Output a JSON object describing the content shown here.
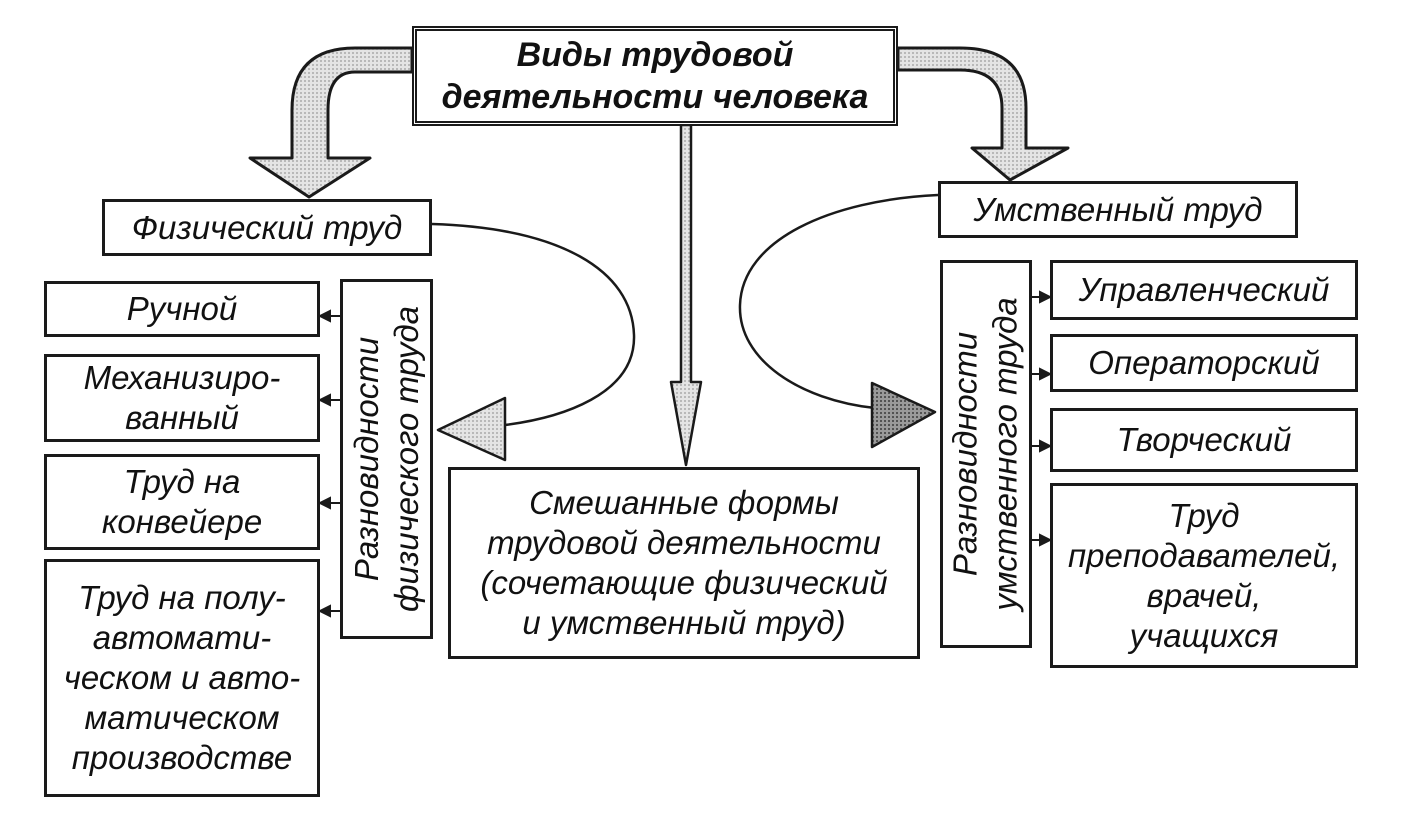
{
  "title": {
    "line1": "Виды трудовой",
    "line2": "деятельности человека"
  },
  "physical": {
    "label": "Физический труд",
    "varieties_line1": "Разновидности",
    "varieties_line2": "физического труда",
    "items": [
      {
        "lines": [
          "Ручной"
        ]
      },
      {
        "lines": [
          "Механизиро-",
          "ванный"
        ]
      },
      {
        "lines": [
          "Труд на",
          "конвейере"
        ]
      },
      {
        "lines": [
          "Труд на полу-",
          "автомати-",
          "ческом и авто-",
          "матическом",
          "производстве"
        ]
      }
    ]
  },
  "mental": {
    "label": "Умственный труд",
    "varieties_line1": "Разновидности",
    "varieties_line2": "умственного труда",
    "items": [
      {
        "lines": [
          "Управленческий"
        ]
      },
      {
        "lines": [
          "Операторский"
        ]
      },
      {
        "lines": [
          "Творческий"
        ]
      },
      {
        "lines": [
          "Труд",
          "преподавателей,",
          "врачей,",
          "учащихся"
        ]
      }
    ]
  },
  "mixed": {
    "lines": [
      "Смешанные формы",
      "трудовой деятельности",
      "(сочетающие физический",
      "и умственный труд)"
    ]
  },
  "colors": {
    "stroke": "#1a1a1a",
    "arrow_fill_light": "#d9d9d9",
    "arrow_fill_dark": "#8a8a8a"
  }
}
